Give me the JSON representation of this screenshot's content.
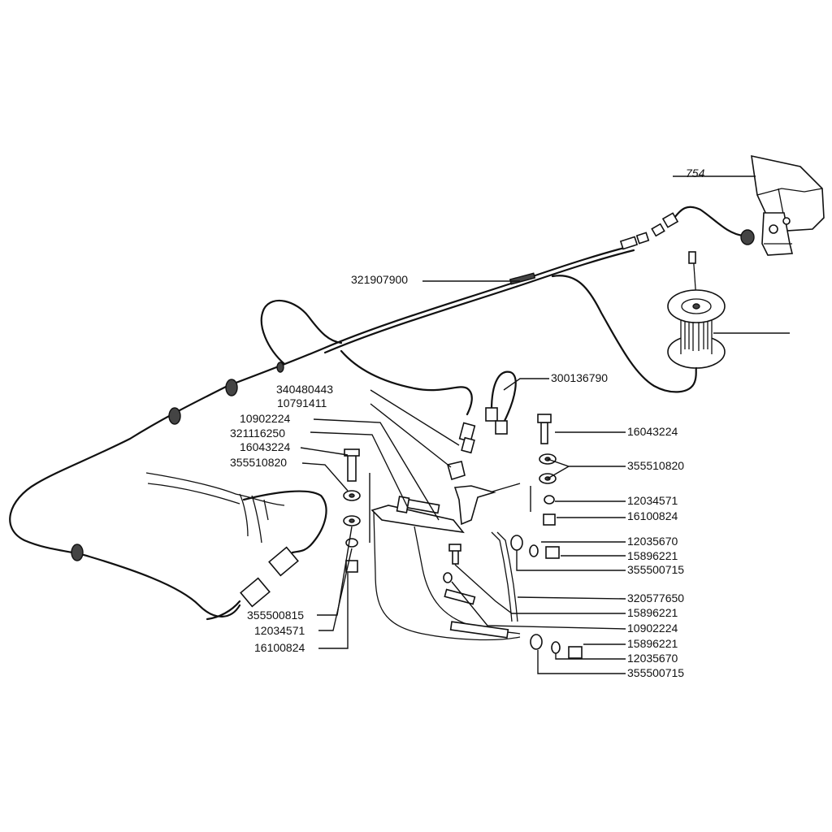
{
  "labels": {
    "ref_754": "754",
    "p321907900": "321907900",
    "p300136790": "300136790",
    "p340480443": "340480443",
    "p10791411": "10791411",
    "p10902224_a": "10902224",
    "p321116250": "321116250",
    "p16043224_a": "16043224",
    "p355510820_a": "355510820",
    "p16043224_b": "16043224",
    "p355510820_b": "355510820",
    "p12034571_a": "12034571",
    "p16100824_a": "16100824",
    "p12035670_a": "12035670",
    "p15896221_a": "15896221",
    "p355500715_a": "355500715",
    "p320577650": "320577650",
    "p15896221_b": "15896221",
    "p10902224_b": "10902224",
    "p15896221_c": "15896221",
    "p12035670_b": "12035670",
    "p355500715_b": "355500715",
    "p355500815": "355500815",
    "p12034571_b": "12034571",
    "p16100824_b": "16100824"
  }
}
